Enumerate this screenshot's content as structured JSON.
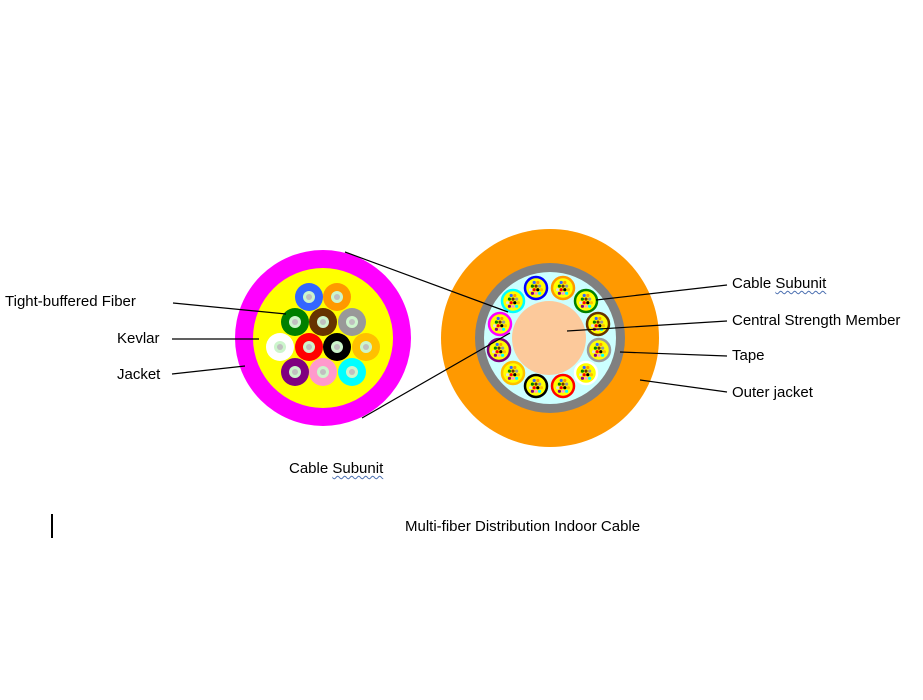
{
  "left_cable": {
    "labels": {
      "fiber": "Tight-buffered  Fiber",
      "kevlar": "Kevlar",
      "jacket": "Jacket"
    },
    "caption_pre": "Cable ",
    "caption_word": "Subunit",
    "colors": {
      "jacket": "#ff00ff",
      "kevlar": "#ffff00"
    },
    "fiber_colors": [
      "#3366ff",
      "#ff9900",
      "#008000",
      "#663300",
      "#999999",
      "#ffffff",
      "#ff0000",
      "#000000",
      "#ffc000",
      "#800080",
      "#ff99cc",
      "#00ffff"
    ]
  },
  "right_cable": {
    "labels": {
      "subunit_pre": "Cable ",
      "subunit_word": "Subunit",
      "strength": "Central Strength Member",
      "tape": "Tape",
      "outer": "Outer jacket"
    },
    "colors": {
      "outer": "#ff9900",
      "tape": "#808080",
      "fill": "#ccffff",
      "strength": "#fcc99b"
    },
    "subunit_colors": [
      "#0000ff",
      "#ff9900",
      "#008000",
      "#663300",
      "#999999",
      "#ffffff",
      "#ff0000",
      "#000000",
      "#ffc000",
      "#800080",
      "#ff00ff",
      "#00ffff"
    ]
  },
  "title": "Multi-fiber Distribution Indoor Cable"
}
